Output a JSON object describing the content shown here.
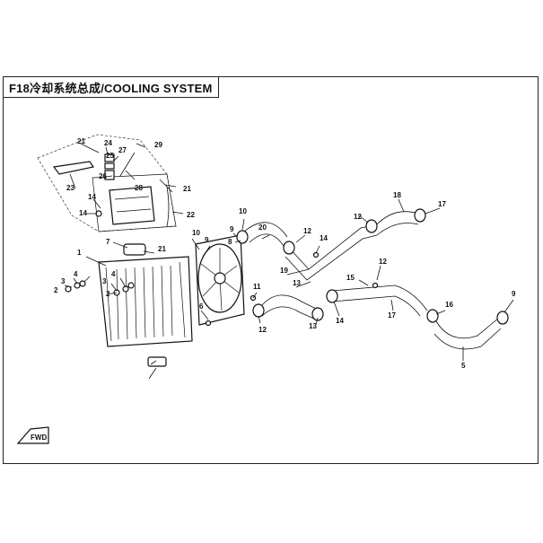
{
  "title": "F18冷却系统总成/COOLING SYSTEM",
  "fwd_label": "FWD",
  "callouts": [
    "21",
    "24",
    "25",
    "27",
    "29",
    "26",
    "28",
    "23",
    "14",
    "14",
    "21",
    "22",
    "7",
    "21",
    "1",
    "3",
    "4",
    "2",
    "3",
    "4",
    "2",
    "10",
    "9",
    "8",
    "12",
    "14",
    "20",
    "19",
    "13",
    "18",
    "12",
    "17",
    "9",
    "10",
    "11",
    "12",
    "13",
    "14",
    "15",
    "12",
    "17",
    "16",
    "9",
    "5",
    "6"
  ]
}
